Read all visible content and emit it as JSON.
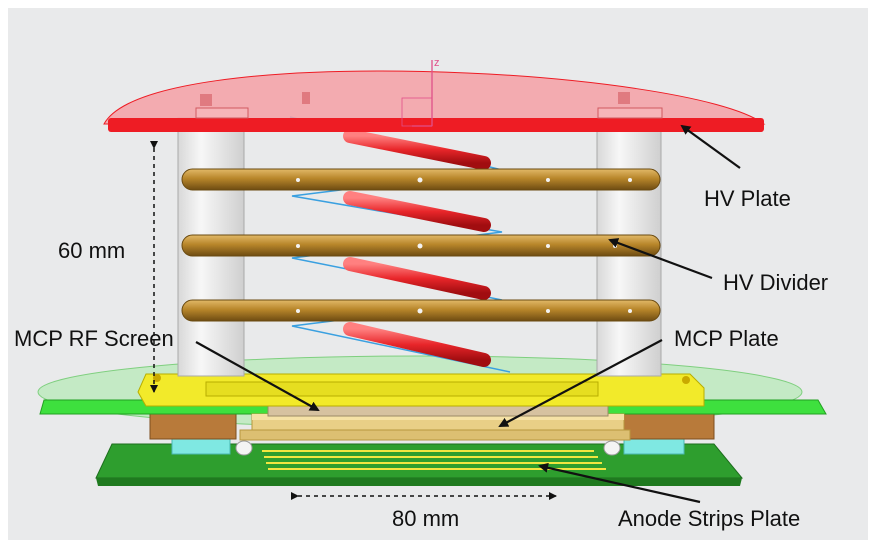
{
  "labels": {
    "hv_plate": "HV Plate",
    "hv_divider": "HV Divider",
    "mcp_plate": "MCP Plate",
    "mcp_rf_screen": "MCP RF Screen",
    "anode_strips_plate": "Anode Strips Plate",
    "height_dim": "60 mm",
    "width_dim": "80 mm",
    "axis_z": "z"
  },
  "colors": {
    "viewport_bg": "#e9eaeb",
    "hv_plate": "#ee1c24",
    "rod": "#b8862a",
    "resistor": "#e8262a",
    "pillar": "#f2f2f2",
    "yellow_frame": "#f2ea2a",
    "green_plate": "#3ee03e",
    "brown_spacer": "#b87a3a",
    "anode_plate": "#2e9e2e",
    "strip": "#f2e640",
    "mcp": "#ecd383"
  },
  "icons": {
    "axis_triad": "xyz-axis-icon"
  }
}
